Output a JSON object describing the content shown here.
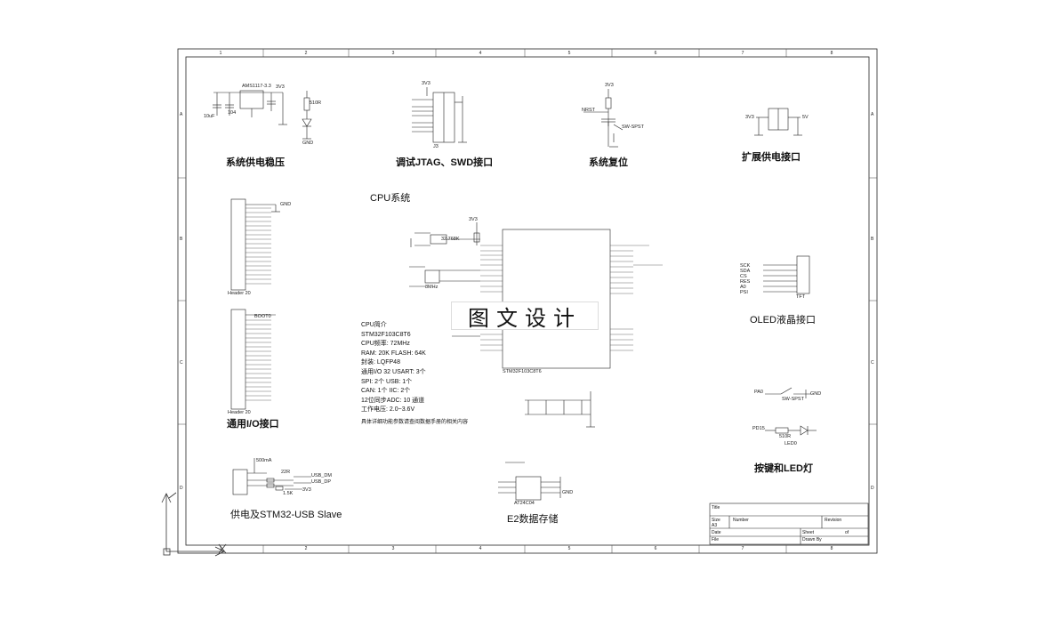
{
  "grid": {
    "columns": [
      "1",
      "2",
      "3",
      "4",
      "5",
      "6",
      "7",
      "8"
    ],
    "rows": [
      "A",
      "B",
      "C",
      "D"
    ]
  },
  "sections": {
    "power": "系统供电稳压",
    "debug": "调试JTAG、SWD接口",
    "reset": "系统复位",
    "ext_power": "扩展供电接口",
    "cpu": "CPU系统",
    "io": "通用I/O接口",
    "oled": "OLED液晶接口",
    "keys": "按键和LED灯",
    "usb": "供电及STM32-USB Slave",
    "eeprom": "E2数据存储"
  },
  "cpu_notes": [
    "CPU简介",
    "STM32F103C8T6",
    "CPU频率: 72MHz",
    "RAM: 20K FLASH: 64K",
    "封装: LQFP48",
    "通用I/O 32  USART: 3个",
    "SPI: 2个        USB: 1个",
    "CAN: 1个      IIC: 2个",
    "12位同步ADC: 10 通道",
    "工作电压: 2.0~3.6V",
    "具体详细功能参数请查阅数据手册的相关内容"
  ],
  "watermark": "图文设计",
  "parts": {
    "regulator": "AMS1117-3.3",
    "mcu": "STM32F103C8T6",
    "eeprom": "AT24C04",
    "reset_switch": "SW-SPST",
    "key_switch": "SW-SPST",
    "oled_conn": "TFT",
    "jtag": "J3",
    "header20": "Header 20"
  },
  "labels": {
    "nrst": "NRST",
    "gnd": "GND",
    "v33": "3V3",
    "v5": "5V",
    "pa0": "PA0",
    "pd15": "PD15",
    "usb_dm": "USB_DM",
    "usb_dp": "USB_DP",
    "boot": "BOOT0",
    "led": "LED0",
    "current": "500mA",
    "r_22": "22R",
    "r_15k": "1.5K",
    "r_510": "510R",
    "cap_104": "104",
    "cap_10uf": "10uF",
    "osc": "32.768K",
    "osc8m": "8MHz",
    "oled_pins": [
      "SCK",
      "SDA",
      "CS",
      "RES",
      "A0",
      "PSI"
    ]
  },
  "title_block": {
    "title_label": "Title",
    "size_label": "Size",
    "size_value": "A3",
    "number_label": "Number",
    "revision_label": "Revision",
    "date_label": "Date",
    "file_label": "File",
    "sheet_label": "Sheet",
    "drawn_label": "Drawn By",
    "sheet_value": "of"
  }
}
